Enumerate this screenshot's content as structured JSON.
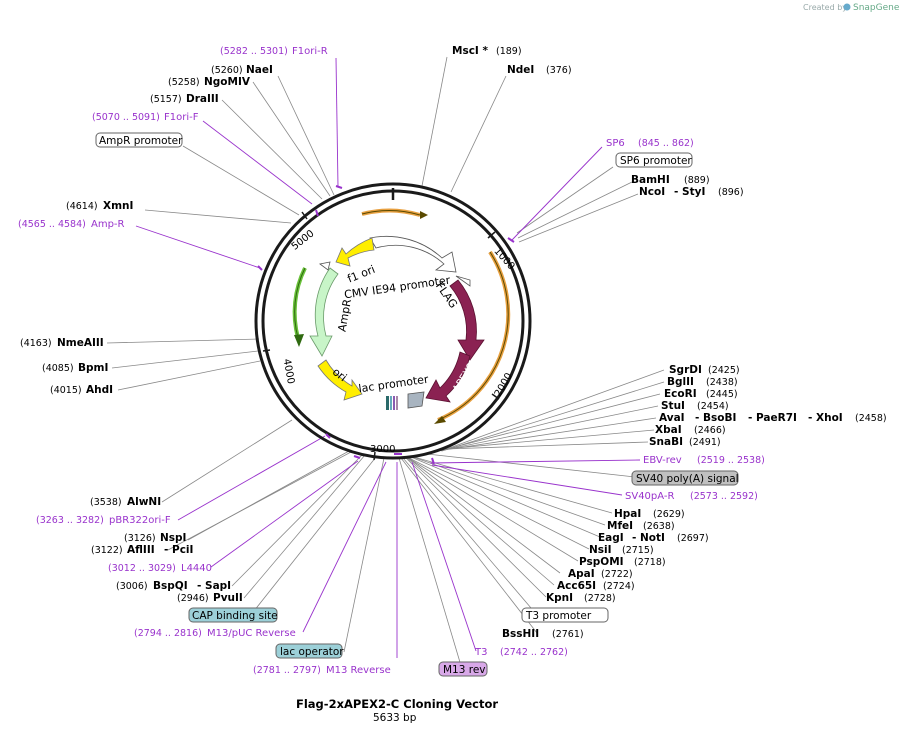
{
  "credit": {
    "prefix": "Created by",
    "brand": "SnapGene"
  },
  "map": {
    "title": "Flag-2xAPEX2-C Cloning Vector",
    "size": "5633 bp",
    "ticks": [
      "1000",
      "2000",
      "3000",
      "4000",
      "5000"
    ],
    "features": [
      "f1 ori",
      "CMV IE94 promoter",
      "FLAG",
      "APEX2",
      "APEX2",
      "AmpR",
      "ori",
      "lac promoter"
    ]
  },
  "sites": {
    "msci": {
      "name": "MscI *",
      "pos": "(189)"
    },
    "ndei": {
      "name": "NdeI",
      "pos": "(376)"
    },
    "bamhi": {
      "name": "BamHI",
      "pos": "(889)"
    },
    "ncoi": {
      "name": "NcoI",
      "dash": "- StyI",
      "pos": "(896)"
    },
    "naei": {
      "name": "NaeI",
      "pos": "(5260)"
    },
    "ngomiv": {
      "name": "NgoMIV",
      "pos": "(5258)"
    },
    "draiii": {
      "name": "DraIII",
      "pos": "(5157)"
    },
    "xmni": {
      "name": "XmnI",
      "pos": "(4614)"
    },
    "nmeaiii": {
      "name": "NmeAIII",
      "pos": "(4163)"
    },
    "bpmi": {
      "name": "BpmI",
      "pos": "(4085)"
    },
    "ahdi": {
      "name": "AhdI",
      "pos": "(4015)"
    },
    "sgrdi": {
      "name": "SgrDI",
      "pos": "(2425)"
    },
    "bglii": {
      "name": "BglII",
      "pos": "(2438)"
    },
    "ecori": {
      "name": "EcoRI",
      "pos": "(2445)"
    },
    "stui": {
      "name": "StuI",
      "pos": "(2454)"
    },
    "avai": {
      "name": "AvaI",
      "d1": "- BsoBI",
      "d2": "- PaeR7I",
      "d3": "- XhoI",
      "pos": "(2458)"
    },
    "xbai": {
      "name": "XbaI",
      "pos": "(2466)"
    },
    "snabi": {
      "name": "SnaBI",
      "pos": "(2491)"
    },
    "hpai": {
      "name": "HpaI",
      "pos": "(2629)"
    },
    "mfei": {
      "name": "MfeI",
      "pos": "(2638)"
    },
    "eagi": {
      "name": "EagI",
      "dash": "- NotI",
      "pos": "(2697)"
    },
    "nsii": {
      "name": "NsiI",
      "pos": "(2715)"
    },
    "pspomi": {
      "name": "PspOMI",
      "pos": "(2718)"
    },
    "apai": {
      "name": "ApaI",
      "pos": "(2722)"
    },
    "acc65i": {
      "name": "Acc65I",
      "pos": "(2724)"
    },
    "kpni": {
      "name": "KpnI",
      "pos": "(2728)"
    },
    "bsshii": {
      "name": "BssHII",
      "pos": "(2761)"
    },
    "alwni": {
      "name": "AlwNI",
      "pos": "(3538)"
    },
    "nspi": {
      "name": "NspI",
      "pos": "(3126)"
    },
    "afliii": {
      "name": "AflIII",
      "dash": "- PciI",
      "pos": "(3122)"
    },
    "bspqi": {
      "name": "BspQI",
      "dash": "- SapI",
      "pos": "(3006)"
    },
    "pvuii": {
      "name": "PvuII",
      "pos": "(2946)"
    }
  },
  "primers": {
    "f1orir": {
      "name": "F1ori-R",
      "pos": "(5282 .. 5301)"
    },
    "f1orif": {
      "name": "F1ori-F",
      "pos": "(5070 .. 5091)"
    },
    "ampr": {
      "name": "Amp-R",
      "pos": "(4565 .. 4584)"
    },
    "sp6": {
      "name": "SP6",
      "pos": "(845 .. 862)"
    },
    "ebvrev": {
      "name": "EBV-rev",
      "pos": "(2519 .. 2538)"
    },
    "sv40par": {
      "name": "SV40pA-R",
      "pos": "(2573 .. 2592)"
    },
    "pbr322": {
      "name": "pBR322ori-F",
      "pos": "(3263 .. 3282)"
    },
    "l4440": {
      "name": "L4440",
      "pos": "(3012 .. 3029)"
    },
    "m13puc": {
      "name": "M13/pUC Reverse",
      "pos": "(2794 .. 2816)"
    },
    "m13rev": {
      "name": "M13 Reverse",
      "pos": "(2781 .. 2797)"
    },
    "t3": {
      "name": "T3",
      "pos": "(2742 .. 2762)"
    }
  },
  "boxes": {
    "ampr_promoter": "AmpR promoter",
    "sp6_promoter": "SP6 promoter",
    "sv40_polya": "SV40 poly(A) signal",
    "t3_promoter": "T3 promoter",
    "cap_site": "CAP binding site",
    "lac_operator": "lac operator",
    "m13_rev_box": "M13 rev"
  },
  "colors": {
    "backbone": "#1a1a1a",
    "primer": "#9933cc",
    "apex2": "#8b2252",
    "yellow": "#ffee00",
    "ampr": "#c8f5c8",
    "orange_arc": "#e8a040",
    "teal_box": "#9cd0d8",
    "grey_box": "#c0c0c0",
    "m13_box": "#d8a8e8"
  }
}
